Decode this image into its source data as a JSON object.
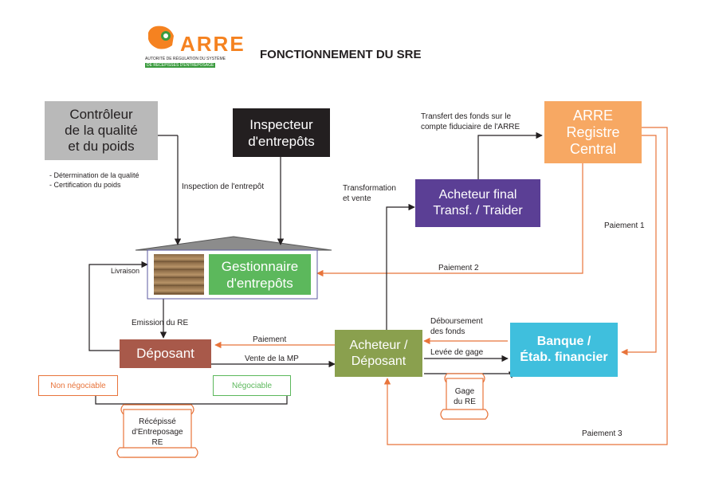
{
  "header": {
    "title": "FONCTIONNEMENT DU SRE",
    "logo": {
      "name": "ARRE",
      "line1": "AUTORITÉ DE RÉGULATION DU SYSTÈME",
      "line2": "DE RÉCÉPISSÉS D'ENTREPOSAGE"
    }
  },
  "colors": {
    "orange": "#e8743b",
    "arre_box": "#f7a863",
    "purple": "#5b3f95",
    "green": "#5cb85c",
    "olive": "#8aa04e",
    "brown": "#a8594a",
    "cyan": "#3fbfdd",
    "gray": "#b9b9b9",
    "black": "#231f20"
  },
  "nodes": {
    "controleur": "Contrôleur\nde la qualité\net du poids",
    "inspecteur": "Inspecteur\nd'entrepôts",
    "arre_registre": "ARRE\nRegistre\nCentral",
    "acheteur_final": "Acheteur final\nTransf. / Traider",
    "gestionnaire": "Gestionnaire\nd'entrepôts",
    "deposant": "Déposant",
    "acheteur_deposant": "Acheteur /\nDéposant",
    "banque": "Banque /\nÉtab. financier",
    "non_negociable": "Non négociable",
    "negociable": "Négociable",
    "recepisse": "Récépissé\nd'Entreposage\nRE",
    "gage": "Gage\ndu RE"
  },
  "labels": {
    "controle_tasks": "- Détermination de la qualité\n- Certification du poids",
    "inspection": "Inspection de l'entrepôt",
    "transfert": "Transfert des fonds sur le\ncompte fiduciaire de l'ARRE",
    "transformation": "Transformation\net vente",
    "paiement1": "Paiement 1",
    "paiement2": "Paiement 2",
    "paiement3": "Paiement 3",
    "livraison": "Livraison",
    "emission": "Emission du RE",
    "paiement": "Paiement",
    "vente_mp": "Vente de la MP",
    "deboursement": "Déboursement\ndes fonds",
    "levee": "Levée de gage"
  }
}
